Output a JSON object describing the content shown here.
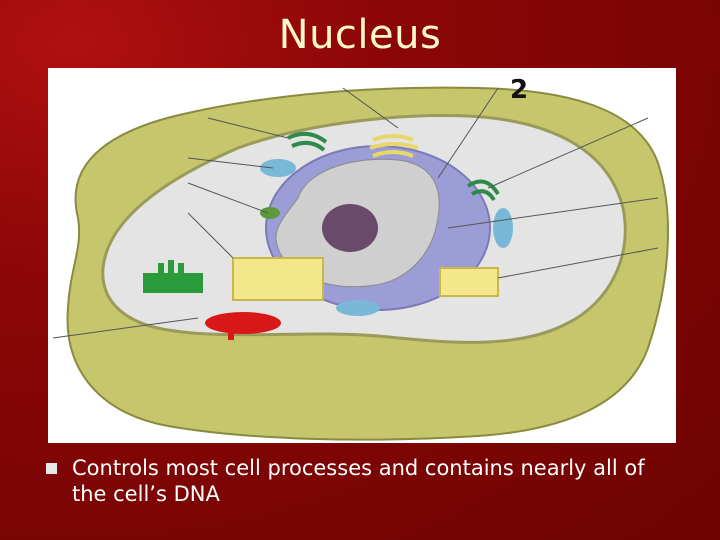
{
  "slide": {
    "title": "Nucleus",
    "figure_label": "2",
    "bullets": [
      {
        "text": "Controls most cell processes and contains nearly all of the cell’s DNA"
      }
    ]
  },
  "colors": {
    "background": "#8a0606",
    "title": "#fff8c8",
    "cell_wall": "#c8c86a",
    "cytoplasm": "#e6e6e6",
    "nuclear_envelope": "#9a9ad8",
    "nucleolus": "#6a4a6a"
  }
}
